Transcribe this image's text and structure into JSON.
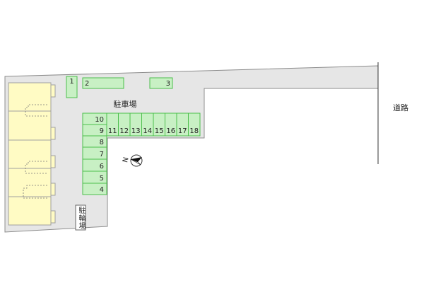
{
  "map": {
    "parking_lot_label": "駐車場",
    "bicycle_parking_label": "駐輪場",
    "road_label": "道路",
    "north_label": "N"
  },
  "parking_spaces": [
    "1",
    "2",
    "3",
    "4",
    "5",
    "6",
    "7",
    "8",
    "9",
    "10",
    "11",
    "12",
    "13",
    "14",
    "15",
    "16",
    "17",
    "18"
  ],
  "colors": {
    "lot_fill": "#e6e6e6",
    "lot_border": "#8c8c8c",
    "space_fill": "#c8f0c4",
    "space_border": "#4cbf4c",
    "building_fill": "#fffbc4",
    "building_border": "#a0a0a0"
  }
}
